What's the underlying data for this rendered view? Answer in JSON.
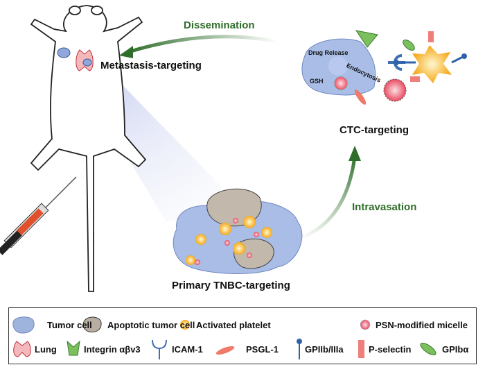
{
  "labels": {
    "dissemination": "Dissemination",
    "metastasis": "Metastasis-targeting",
    "ctc": "CTC-targeting",
    "intravasation": "Intravasation",
    "primary": "Primary TNBC-targeting",
    "drug_release": "Drug Release",
    "gsh": "GSH",
    "endocytosis": "Endocytosis"
  },
  "legend": [
    {
      "label": "Tumor cell",
      "icon": "tumor-cell-icon",
      "color": "#9fb4dc"
    },
    {
      "label": "Apoptotic tumor cell",
      "icon": "apoptotic-cell-icon",
      "color": "#b8aea2"
    },
    {
      "label": "Activated platelet",
      "icon": "platelet-icon",
      "color": "#f5b82a"
    },
    {
      "label": "PSN-modified micelle",
      "icon": "micelle-icon",
      "color": "#e8506a"
    },
    {
      "label": "Lung",
      "icon": "lung-icon",
      "color": "#e07a80"
    },
    {
      "label": "Integrin αβv3",
      "icon": "integrin-icon",
      "color": "#6cbf5a"
    },
    {
      "label": "ICAM-1",
      "icon": "icam-icon",
      "color": "#3f6fb0"
    },
    {
      "label": "PSGL-1",
      "icon": "psgl-icon",
      "color": "#ef7a6a"
    },
    {
      "label": "GPIIb/IIIa",
      "icon": "gpiib-icon",
      "color": "#2f62a8"
    },
    {
      "label": "P-selectin",
      "icon": "p-selectin-icon",
      "color": "#ef7f7a"
    },
    {
      "label": "GPIbα",
      "icon": "gpib-icon",
      "color": "#7cc05e"
    }
  ]
}
